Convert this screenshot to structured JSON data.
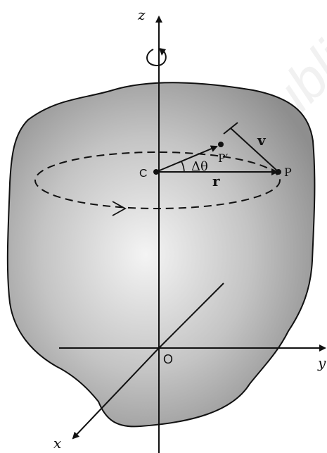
{
  "labels": {
    "z_axis": "z",
    "x_axis": "x",
    "y_axis": "y",
    "origin": "O",
    "center": "C",
    "point_p": "P",
    "point_p_prime": "P′",
    "delta_theta": "Δθ",
    "radius": "r",
    "velocity": "v"
  },
  "watermark": "Not to be republished",
  "colors": {
    "ink": "#111111",
    "body_light": "#f2f2f2",
    "body_dark": "#8a8a8a",
    "watermark": "#f3f3f3"
  }
}
